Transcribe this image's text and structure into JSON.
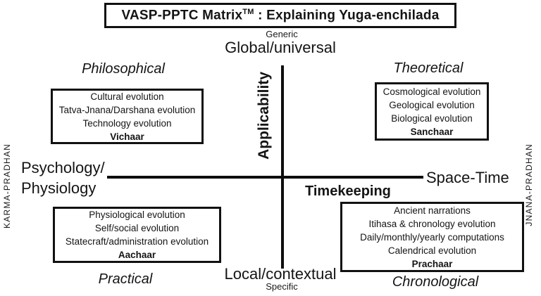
{
  "title": {
    "main": "VASP-PPTC Matrix",
    "superscript": "TM",
    "suffix": " : Explaining Yuga-enchilada"
  },
  "axes": {
    "vertical": {
      "title": "Applicability",
      "top_minor": "Generic",
      "top_major": "Global/universal",
      "bottom_major": "Local/contextual",
      "bottom_minor": "Specific"
    },
    "horizontal": {
      "left_line1": "Psychology/",
      "left_line2": "Physiology",
      "right": "Space-Time",
      "below_center": "Timekeeping"
    },
    "side_left": "KARMA-PRADHAN",
    "side_right": "JNANA-PRADHAN"
  },
  "quadrants": {
    "top_left": {
      "label": "Philosophical",
      "items": [
        "Cultural evolution",
        "Tatva-Jnana/Darshana evolution",
        "Technology evolution"
      ],
      "keyword": "Vichaar"
    },
    "top_right": {
      "label": "Theoretical",
      "items": [
        "Cosmological evolution",
        "Geological evolution",
        "Biological evolution"
      ],
      "keyword": "Sanchaar"
    },
    "bottom_left": {
      "label": "Practical",
      "items": [
        "Physiological evolution",
        "Self/social evolution",
        "Statecraft/administration evolution"
      ],
      "keyword": "Aachaar"
    },
    "bottom_right": {
      "label": "Chronological",
      "items": [
        "Ancient narrations",
        "Itihasa & chronology evolution",
        "Daily/monthly/yearly computations",
        "Calendrical evolution"
      ],
      "keyword": "Prachaar"
    }
  },
  "colors": {
    "ink": "#141414",
    "background": "#ffffff"
  }
}
